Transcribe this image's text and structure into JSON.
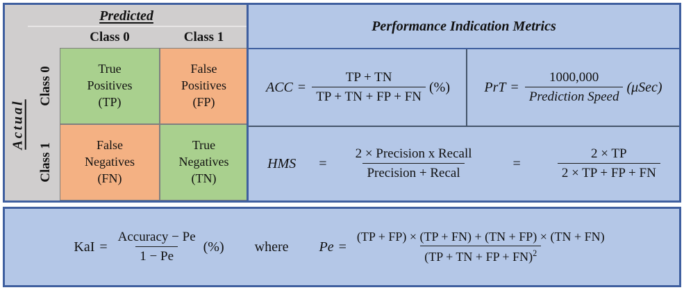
{
  "matrix": {
    "predicted_header": "Predicted",
    "actual_header": "Actual",
    "col_headers": [
      "Class 0",
      "Class 1"
    ],
    "row_headers": [
      "Class 0",
      "Class 1"
    ],
    "cells": [
      {
        "line1": "True",
        "line2": "Positives",
        "abbr": "(TP)",
        "color": "#a9d08e"
      },
      {
        "line1": "False",
        "line2": "Positives",
        "abbr": "(FP)",
        "color": "#f4b183"
      },
      {
        "line1": "False",
        "line2": "Negatives",
        "abbr": "(FN)",
        "color": "#f4b183"
      },
      {
        "line1": "True",
        "line2": "Negatives",
        "abbr": "(TN)",
        "color": "#a9d08e"
      }
    ]
  },
  "metrics": {
    "title": "Performance Indication Metrics",
    "acc": {
      "name": "ACC",
      "equals": "=",
      "numerator": "TP  +  TN",
      "denominator": "TP  +  TN  +  FP  +  FN",
      "unit": "(%)"
    },
    "prt": {
      "name": "PrT",
      "equals": "=",
      "numerator": "1000,000",
      "denominator": "Prediction Speed",
      "unit": "(μSec)"
    },
    "hms": {
      "name": "HMS",
      "equals1": "=",
      "numerator1": "2 × Precision x Recall",
      "denominator1": "Precision +  Recal",
      "equals2": "=",
      "numerator2": "2 × TP",
      "denominator2": "2 × TP + FP + FN"
    }
  },
  "kappa": {
    "name": "KaI",
    "equals": "=",
    "numerator": "Accuracy − Pe",
    "denominator": "1 − Pe",
    "unit": "(%)",
    "where": "where",
    "pe": {
      "name": "Pe",
      "equals": "=",
      "numerator": "(TP + FP) × (TP + FN) + (TN + FP) × (TN + FN)",
      "denominator_base": "(TP + TN + FP + FN)",
      "denominator_exponent": "2"
    }
  },
  "colors": {
    "border": "#3f5f9f",
    "grey_header": "#d0cece",
    "metrics_panel": "#b4c7e7",
    "correct_cell": "#a9d08e",
    "error_cell": "#f4b183"
  }
}
